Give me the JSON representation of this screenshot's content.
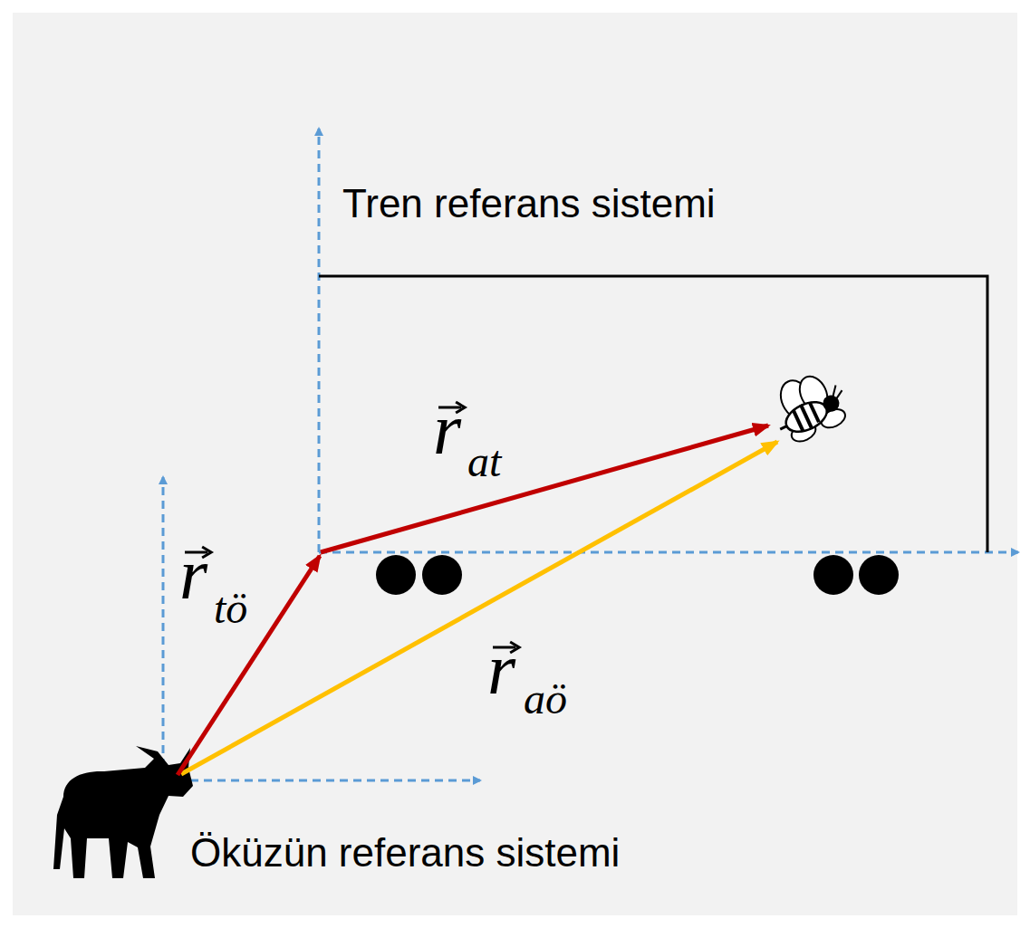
{
  "diagram": {
    "labels": [
      "Tren referans sistemi",
      "r",
      "tö",
      "r",
      "at",
      "r",
      "aö",
      "Öküzün referans sistemi"
    ]
  }
}
